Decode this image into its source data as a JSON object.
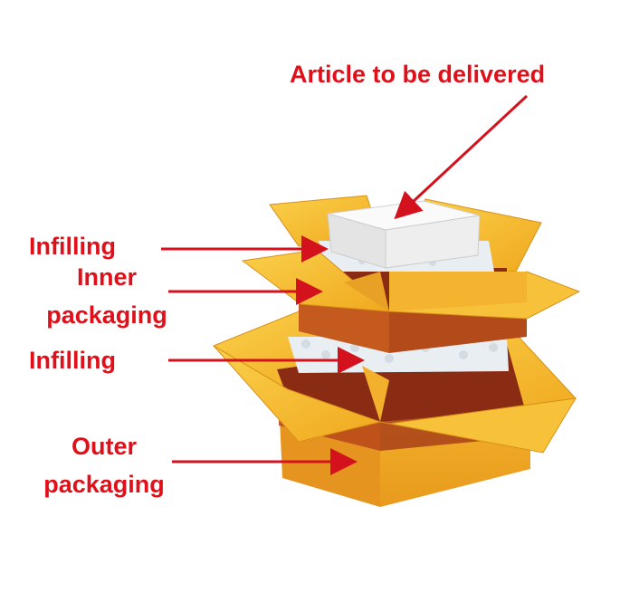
{
  "labels": {
    "article": "Article to be delivered",
    "infilling_top": "Infilling",
    "inner_line1": "Inner",
    "inner_line2": "packaging",
    "infilling_bottom": "Infilling",
    "outer_line1": "Outer",
    "outer_line2": "packaging"
  },
  "colors": {
    "label_red": "#e0101a",
    "arrow_red": "#d4121e",
    "box_yellow": "#f5bb2c",
    "box_yellow_light": "#f9cd44",
    "box_shadow": "#b8471a",
    "box_dark": "#8a2b14",
    "article_white": "#f1f1f1",
    "peanuts": "#e8eef2"
  },
  "icons": [
    "cardboard-box-outer",
    "cardboard-box-inner",
    "article-block",
    "packing-peanuts"
  ]
}
